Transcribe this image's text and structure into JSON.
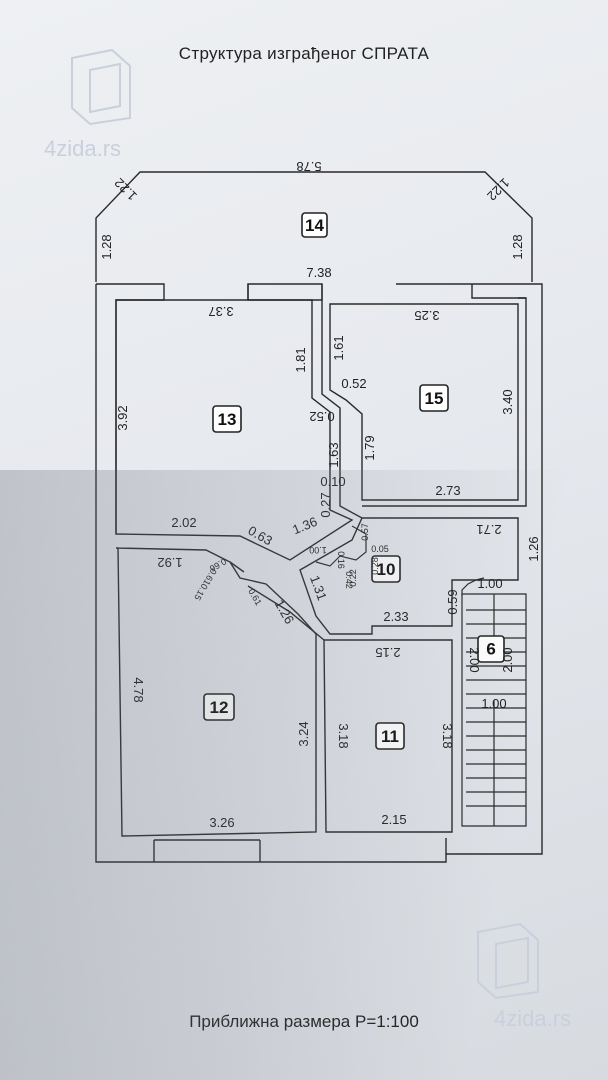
{
  "title": "Структура изграђеног СПРАТА",
  "footer": "Приближна размера P=1:100",
  "watermark": "4zida.rs",
  "colors": {
    "line": "#2a2a2a",
    "paper": "#eceef1",
    "box": "#ffffff"
  },
  "rooms": [
    {
      "id": "14"
    },
    {
      "id": "13"
    },
    {
      "id": "15"
    },
    {
      "id": "10"
    },
    {
      "id": "12"
    },
    {
      "id": "11"
    },
    {
      "id": "9"
    }
  ],
  "dimensions": {
    "top_width": "5.78",
    "bevel_left": "1.22",
    "bevel_right": "1.22",
    "side_left": "1.28",
    "side_right": "1.28",
    "balcony_width": "7.38",
    "r13_top": "3.37",
    "r13_left": "3.92",
    "r13_right_upper": "1.81",
    "r13_niche": "0.52",
    "r13_right": "1.63",
    "r13_step": "0.10",
    "r13_bottom": "2.02",
    "r13_diag_a": "0.63",
    "r13_diag_b": "1.36",
    "r13_small": "0.27",
    "r15_top": "3.25",
    "r15_left_upper": "1.61",
    "r15_niche": "0.52",
    "r15_left": "1.79",
    "r15_right": "3.40",
    "r15_bottom": "2.73",
    "r10_top": "2.71",
    "r10_right": "1.26",
    "r10_a": "0.57",
    "r10_b": "0.05",
    "r10_c": "0.28",
    "r10_d": "0.22",
    "r10_e": "0.42",
    "r10_f": "0.16",
    "r10_g": "1.00",
    "r10_h": "0.59",
    "r10_bottom": "2.33",
    "r10_diag": "1.31",
    "r12_top": "1.92",
    "r12_left": "4.78",
    "r12_right": "3.24",
    "r12_bottom": "3.26",
    "r12_a": "0.66",
    "r12_b": "0.61",
    "r12_c": "0.15",
    "r12_d": "0.61",
    "r12_e": "1.26",
    "r11_top": "2.15",
    "r11_left": "3.18",
    "r11_right": "3.18",
    "r11_bottom": "2.15",
    "r9_top": "1.00",
    "r9_left": "2.00",
    "r9_right": "2.00",
    "r9_mid": "1.00"
  }
}
